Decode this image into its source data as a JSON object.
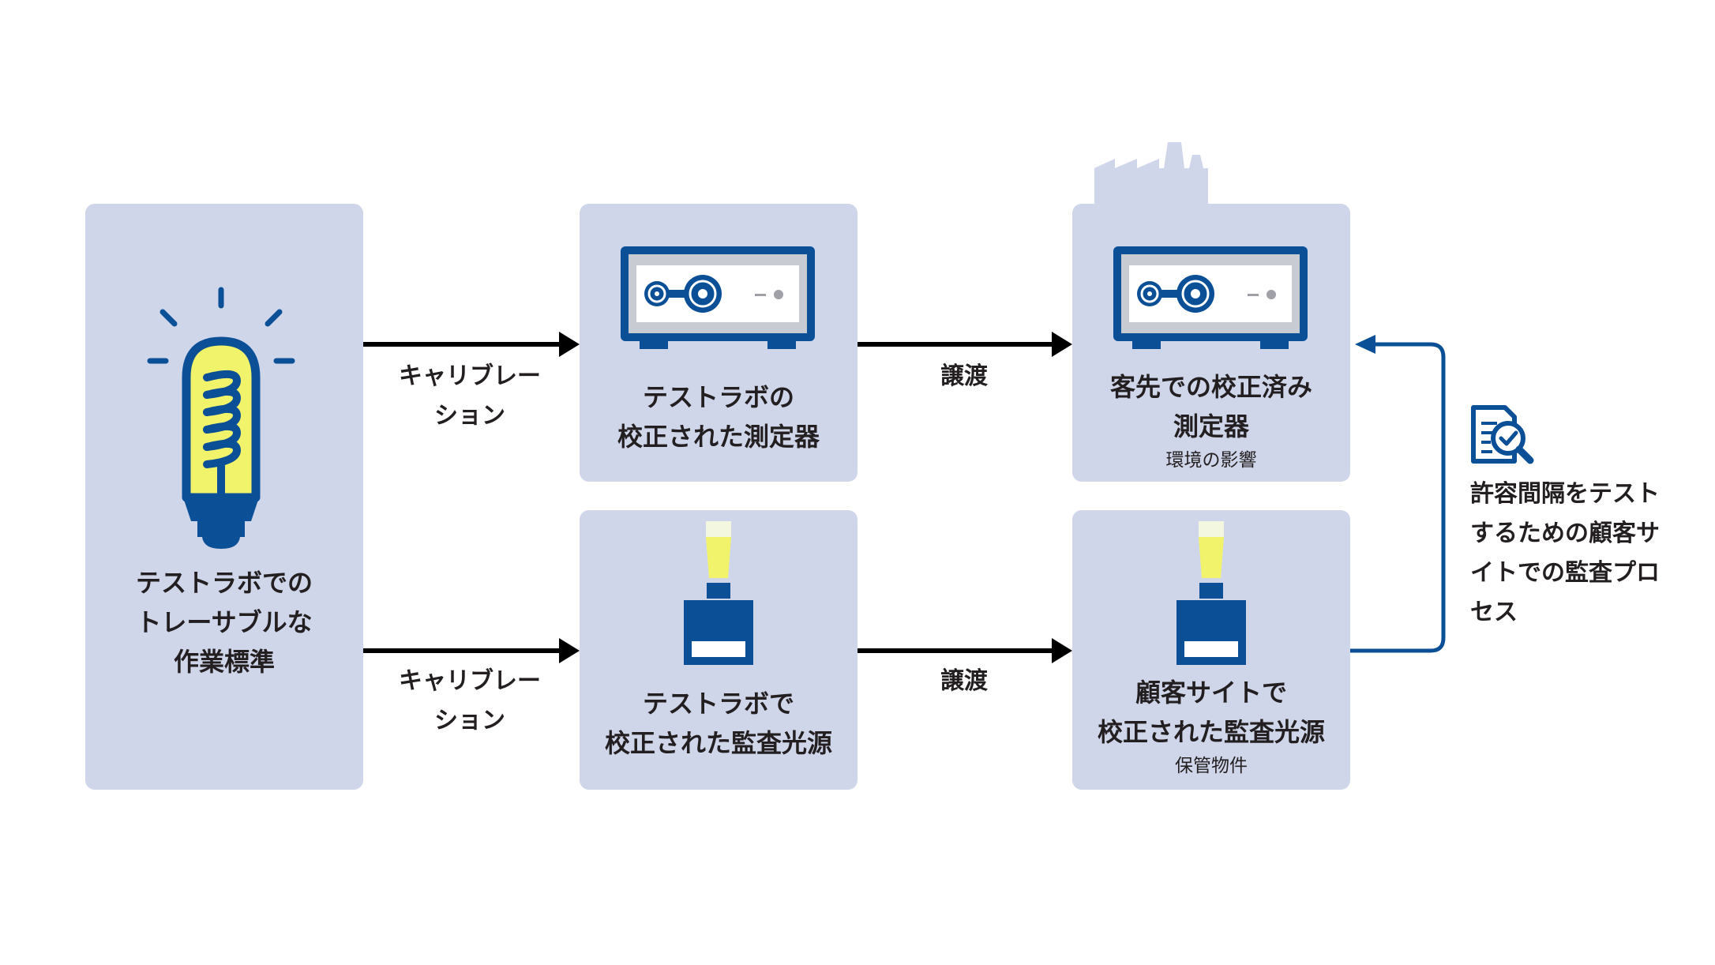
{
  "source": {
    "title_lines": [
      "テストラボでの",
      "トレーサブルな",
      "作業標準"
    ]
  },
  "arrows": {
    "calibration_lines": [
      "キャリブレー",
      "ション"
    ],
    "transfer": "譲渡"
  },
  "lab_meter": {
    "title_lines": [
      "テストラボの",
      "校正された測定器"
    ]
  },
  "customer_meter": {
    "title_lines": [
      "客先での校正済み",
      "測定器"
    ],
    "note": "環境の影響"
  },
  "lab_source": {
    "title_lines": [
      "テストラボで",
      "校正された監査光源"
    ]
  },
  "customer_source": {
    "title_lines": [
      "顧客サイトで",
      "校正された監査光源"
    ],
    "note": "保管物件"
  },
  "audit": {
    "text_lines": [
      "許容間隔をテスト",
      "するための顧客サ",
      "イトでの監査プロ",
      "セス"
    ],
    "icon": "document-magnifier-icon"
  },
  "icons": {
    "bulb": "light-bulb-icon",
    "meter": "power-meter-icon",
    "source": "light-source-icon",
    "factory": "factory-icon"
  },
  "colors": {
    "box_fill": "#d0d6ea",
    "primary_blue": "#0b4f96",
    "bulb_yellow": "#f1f46a",
    "arrow": "#000000"
  }
}
